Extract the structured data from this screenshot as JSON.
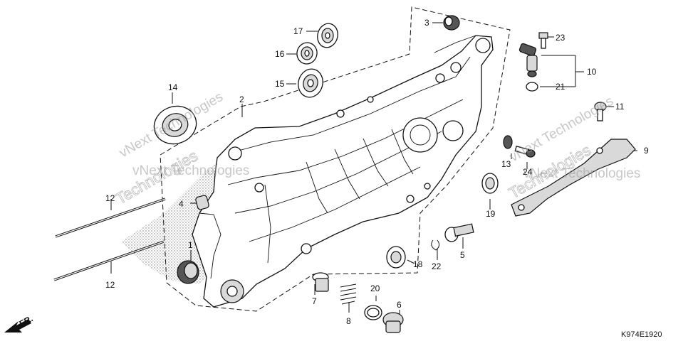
{
  "diagram": {
    "part_labels": [
      {
        "id": "p1",
        "text": "1"
      },
      {
        "id": "p2",
        "text": "2"
      },
      {
        "id": "p3",
        "text": "3"
      },
      {
        "id": "p4",
        "text": "4"
      },
      {
        "id": "p5",
        "text": "5"
      },
      {
        "id": "p6",
        "text": "6"
      },
      {
        "id": "p7",
        "text": "7"
      },
      {
        "id": "p8",
        "text": "8"
      },
      {
        "id": "p9",
        "text": "9"
      },
      {
        "id": "p10",
        "text": "10"
      },
      {
        "id": "p11",
        "text": "11"
      },
      {
        "id": "p12a",
        "text": "12"
      },
      {
        "id": "p12b",
        "text": "12"
      },
      {
        "id": "p13",
        "text": "13"
      },
      {
        "id": "p14",
        "text": "14"
      },
      {
        "id": "p15",
        "text": "15"
      },
      {
        "id": "p16",
        "text": "16"
      },
      {
        "id": "p17",
        "text": "17"
      },
      {
        "id": "p18",
        "text": "18"
      },
      {
        "id": "p19",
        "text": "19"
      },
      {
        "id": "p20",
        "text": "20"
      },
      {
        "id": "p21",
        "text": "21"
      },
      {
        "id": "p22",
        "text": "22"
      },
      {
        "id": "p23",
        "text": "23"
      },
      {
        "id": "p24",
        "text": "24"
      }
    ],
    "watermarks": [
      "vNext Technologies",
      "vNext Technologies",
      "vNext Technologies",
      "vNext Technologies",
      "Technologies",
      "Technologies"
    ],
    "direction_label": "FR.",
    "diagram_code": "K974E1920"
  }
}
